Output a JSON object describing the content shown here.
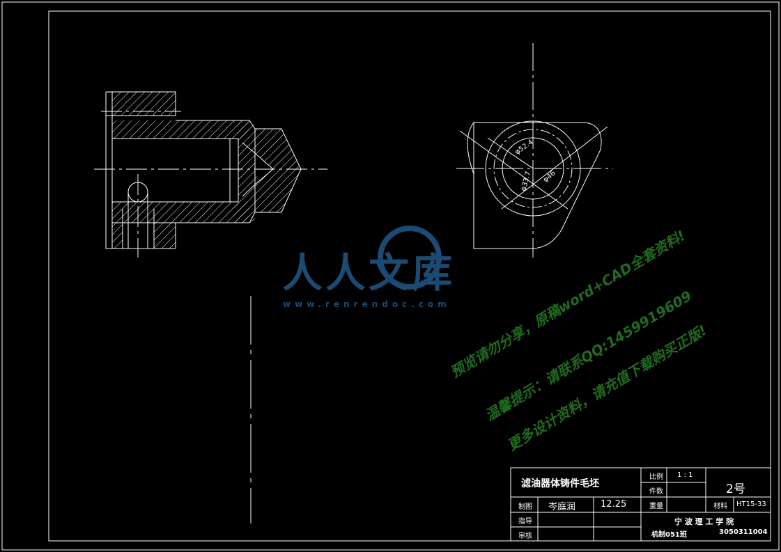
{
  "title_block": {
    "drawing_title": "滤油器体铸件毛坯",
    "scale_label": "比例",
    "scale_value": "1 : 1",
    "quantity_label": "件数",
    "weight_label": "重量",
    "sheet_number": "2号",
    "material_label": "材料",
    "material_value": "HT15-33",
    "drawn_label": "制图",
    "drawn_name": "岑庭润",
    "drawn_date": "12.25",
    "instructor_label": "指导",
    "review_label": "审核",
    "school": "宁 波 理 工 学 院",
    "class_name": "机制051班",
    "student_id": "3050311004"
  },
  "dimensions": {
    "d1": "φ52.4",
    "d2": "φ33.7",
    "d3": "φ46"
  },
  "watermark": {
    "logo_text": "人人文库",
    "url": "www.renrendoc.com",
    "line1": "预览请勿分享，原稿word+CAD全套资料!",
    "line2": "温馨提示：请联系QQ:1459919609",
    "line3": "更多设计资料，请充值下载购买正版!"
  },
  "colors": {
    "background": "#000000",
    "line": "#ffffff",
    "watermark_green": "#1f6b1f",
    "logo_blue": "#1b4a73"
  }
}
